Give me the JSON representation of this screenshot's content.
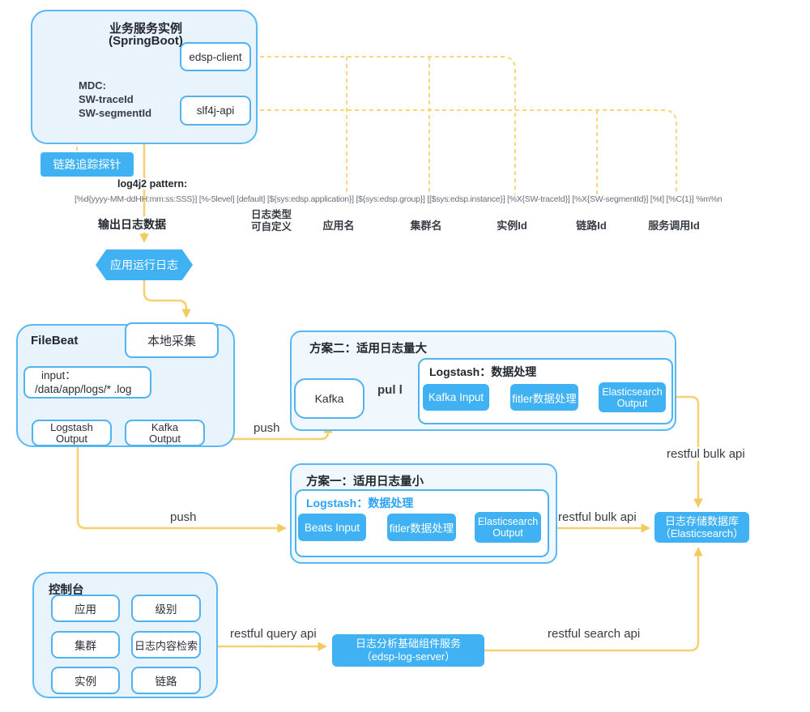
{
  "colors": {
    "accent_blue": "#40b2f3",
    "border_blue": "#5ab8f3",
    "container_fill": "#e9f3fc",
    "plan_fill": "#f0f8fe",
    "line_yellow": "#f7cf6e",
    "arrow_yellow": "#f4ca60",
    "text_dark": "#2b2f38",
    "pattern_gray": "#6a707c",
    "link_blue": "#2aa2f7"
  },
  "springboot": {
    "title1": "业务服务实例",
    "title2": "(SpringBoot)",
    "edsp_client": "edsp-client",
    "slf4j_api": "slf4j-api",
    "mdc1": "MDC:",
    "mdc2": "SW-traceId",
    "mdc3": "SW-segmentId"
  },
  "probe": {
    "label": "链路追踪探针"
  },
  "log_pattern": {
    "title": "log4j2 pattern:",
    "value": "[%d{yyyy-MM-ddHH:mm:ss:SSS}] [%-5level] [default] [${sys:edsp.application}] [${sys:edsp.group}] [[$sys:edsp.instance}] [%X{SW-traceId}] [%X{SW-segmentId}] [%t] [%C{1}] %m%n"
  },
  "flow": {
    "output_log": "输出日志数据",
    "app_running_log": "应用运行日志"
  },
  "annotations": {
    "log_type1": "日志类型",
    "log_type2": "可自定义",
    "app_name": "应用名",
    "group_name": "集群名",
    "instance_id": "实例Id",
    "trace_id": "链路Id",
    "segment_id": "服务调用Id"
  },
  "filebeat": {
    "title": "FileBeat",
    "local_collect": "本地采集",
    "input1": "input：",
    "input2": "/data/app/logs/* .log",
    "logstash_out1": "Logstash",
    "logstash_out2": "Output",
    "kafka_out1": "Kafka",
    "kafka_out2": "Output"
  },
  "plan2": {
    "title": "方案二：适用日志量大",
    "kafka": "Kafka",
    "logstash_title": "Logstash：数据处理",
    "step1": "Kafka Input",
    "step2": "fitler数据处理",
    "step3a": "Elasticsearch",
    "step3b": "Output"
  },
  "plan1": {
    "title": "方案一：适用日志量小",
    "logstash_title": "Logstash：数据处理",
    "step1": "Beats Input",
    "step2": "fitler数据处理",
    "step3a": "Elasticsearch",
    "step3b": "Output"
  },
  "es_store": {
    "line1": "日志存储数据库",
    "line2": "（Elasticsearch）"
  },
  "console": {
    "title": "控制台",
    "items": [
      "应用",
      "级别",
      "集群",
      "日志内容检索",
      "实例",
      "链路"
    ]
  },
  "log_server": {
    "line1": "日志分析基础组件服务",
    "line2": "（edsp-log-server）"
  },
  "edges": {
    "push_kafka": "push",
    "push_plan1": "push",
    "pull": "pul l",
    "bulk_right": "restful bulk api",
    "bulk_mid": "restful bulk api",
    "query": "restful query api",
    "search": "restful search api"
  }
}
